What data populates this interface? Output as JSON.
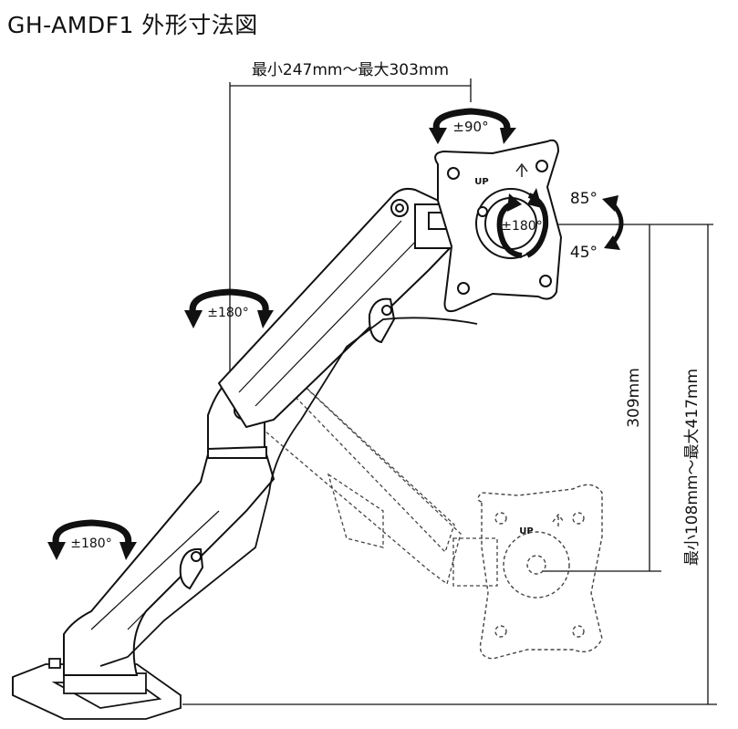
{
  "title": "GH-AMDF1 外形寸法図",
  "dimensions": {
    "arm_reach": "最小247mm～最大303mm",
    "vertical_travel": "309mm",
    "height_range": "最小108mm～最大417mm"
  },
  "rotations": {
    "top_swivel": "±90°",
    "panel_rotation": "±180°",
    "elbow_swivel": "±180°",
    "base_swivel": "±180°",
    "tilt_up": "85°",
    "tilt_down": "45°"
  },
  "vesa_plate": {
    "up_label": "UP"
  },
  "colors": {
    "line": "#111111",
    "dash": "#444444"
  }
}
